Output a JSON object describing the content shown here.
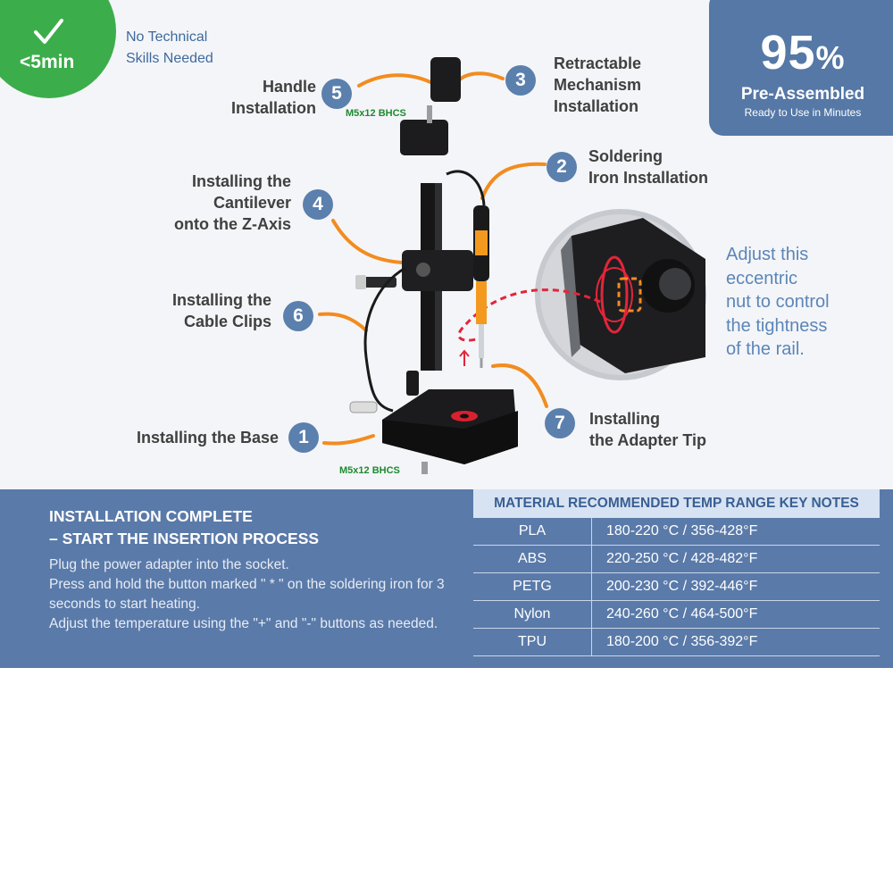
{
  "badge": {
    "time": "<5min",
    "note_line1": "No Technical",
    "note_line2": "Skills Needed"
  },
  "pre_assembled": {
    "percent": "95",
    "percent_sign": "%",
    "title": "Pre-Assembled",
    "subtitle": "Ready to Use in Minutes"
  },
  "steps": [
    {
      "number": "1",
      "line1": "Installing the Base",
      "line2": "",
      "line3": ""
    },
    {
      "number": "2",
      "line1": "Soldering",
      "line2": "Iron Installation",
      "line3": ""
    },
    {
      "number": "3",
      "line1": "Retractable",
      "line2": "Mechanism",
      "line3": "Installation"
    },
    {
      "number": "4",
      "line1": "Installing the",
      "line2": "Cantilever",
      "line3": "onto the Z-Axis"
    },
    {
      "number": "5",
      "line1": "Handle",
      "line2": "Installation",
      "line3": ""
    },
    {
      "number": "6",
      "line1": "Installing the",
      "line2": "Cable Clips",
      "line3": ""
    },
    {
      "number": "7",
      "line1": "Installing",
      "line2": "the Adapter Tip",
      "line3": ""
    }
  ],
  "screw_labels": {
    "top": "M5x12 BHCS",
    "bottom": "M5x12 BHCS"
  },
  "adjust_note": {
    "l1": "Adjust this",
    "l2": "eccentric",
    "l3": "nut to control",
    "l4": "the tightness",
    "l5": "of the rail."
  },
  "instructions": {
    "title1": "INSTALLATION COMPLETE",
    "title2": "– START THE INSERTION PROCESS",
    "p1": "Plug the power adapter into the socket.",
    "p2": "Press and hold the button marked \" * \" on the soldering iron for 3 seconds to start heating.",
    "p3": "Adjust the temperature using the \"+\" and \"-\" buttons as needed."
  },
  "table": {
    "header": "MATERIAL RECOMMENDED TEMP RANGE KEY NOTES",
    "rows": [
      {
        "material": "PLA",
        "range": "180-220 °C / 356-428°F"
      },
      {
        "material": "ABS",
        "range": "220-250 °C / 428-482°F"
      },
      {
        "material": "PETG",
        "range": "200-230 °C / 392-446°F"
      },
      {
        "material": "Nylon",
        "range": "240-260 °C / 464-500°F"
      },
      {
        "material": "TPU",
        "range": "180-200 °C / 356-392°F"
      }
    ]
  },
  "colors": {
    "accent_blue": "#5a7aa9",
    "badge_green": "#3cad4b",
    "arrow_orange": "#f28c1f",
    "step_circle": "#5b80ad",
    "dash_red": "#e2263a"
  }
}
